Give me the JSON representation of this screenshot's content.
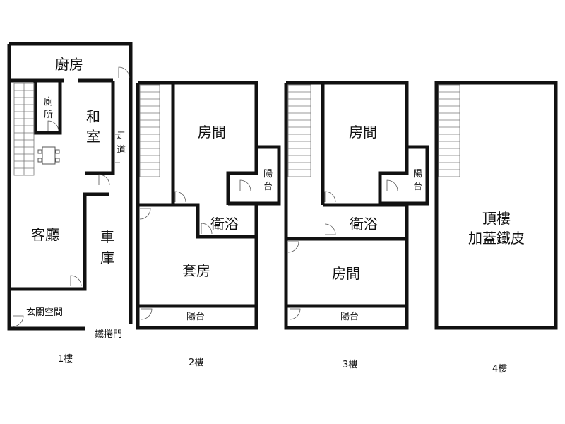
{
  "floor1": {
    "kitchen": "廚房",
    "toilet": [
      "廁",
      "所"
    ],
    "japanese_room": [
      "和",
      "室"
    ],
    "corridor": [
      "走",
      "道"
    ],
    "living_room": "客廳",
    "garage": [
      "車",
      "庫"
    ],
    "entrance": "玄關空間",
    "rolling_door": "鐵捲門",
    "floor_label": "1樓"
  },
  "floor2": {
    "room": "房間",
    "balcony_small": [
      "陽",
      "台"
    ],
    "bathroom": "衛浴",
    "master_suite": "套房",
    "balcony": "陽台",
    "floor_label": "2樓"
  },
  "floor3": {
    "room_top": "房間",
    "balcony_small": [
      "陽",
      "台"
    ],
    "bathroom": "衛浴",
    "room_bottom": "房間",
    "balcony": "陽台",
    "floor_label": "3樓"
  },
  "floor4": {
    "rooftop": "頂樓",
    "iron_roof": "加蓋鐵皮",
    "floor_label": "4樓"
  }
}
